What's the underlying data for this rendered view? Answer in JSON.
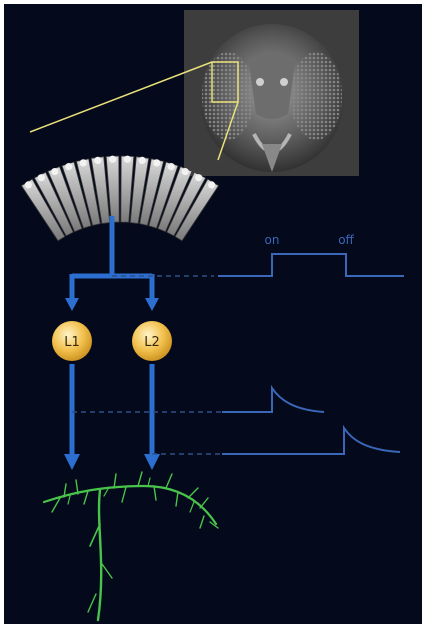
{
  "colors": {
    "background": "#04091b",
    "pathway_blue": "#2c6fd0",
    "dashed_blue": "#2f4f86",
    "trace_blue": "#3a67b8",
    "neuron_node": "#f2c14e",
    "neuron_text": "#3a2a08",
    "highlight_yellow": "#e9e07a",
    "neuron_green": "#49c44b"
  },
  "stimulus": {
    "on_label": "on",
    "off_label": "off"
  },
  "neurons": [
    {
      "label": "L1"
    },
    {
      "label": "L2"
    }
  ],
  "images": {
    "fly_head": "fly-head-sem-micrograph",
    "ommatidia": "ommatidia-array",
    "downstream_neuron": "downstream-neuron-arbor"
  }
}
